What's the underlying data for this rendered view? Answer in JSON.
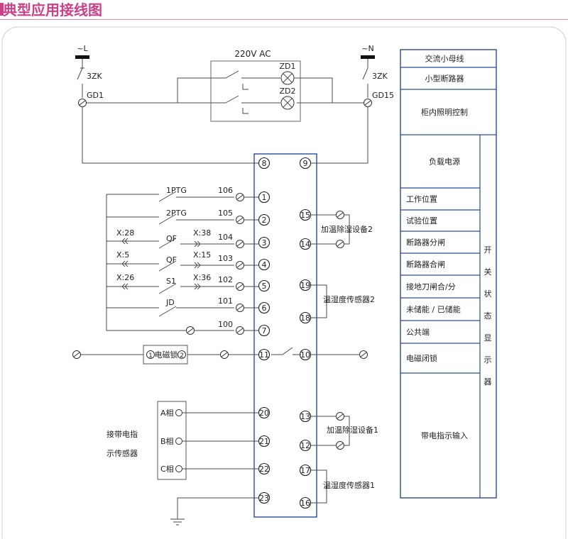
{
  "title": "典型应用接线图",
  "colors": {
    "accent": "#c8418a",
    "blue": "#2b4a9c",
    "line": "#4a4a4a"
  },
  "top": {
    "L": "~L",
    "N": "~N",
    "zk_l": "3ZK",
    "zk_r": "3ZK",
    "gd1": "GD1",
    "gd15": "GD15",
    "ac": "220V AC",
    "zd1": "ZD1",
    "zd2": "ZD2"
  },
  "switch_labels": {
    "p1": "1PTG",
    "p2": "2PTG",
    "x28": "X:28",
    "qf1": "QF",
    "x38": "X:38",
    "x5": "X:5",
    "qf2": "QF",
    "x15": "X:15",
    "x26": "X:26",
    "s1": "S1",
    "x36": "X:36",
    "jd": "JD"
  },
  "wires": {
    "w106": "106",
    "w105": "105",
    "w104": "104",
    "w103": "103",
    "w102": "102",
    "w101": "101",
    "w100": "100"
  },
  "terminals_left": [
    "8",
    "1",
    "2",
    "3",
    "4",
    "5",
    "6",
    "7",
    "11",
    "20",
    "21",
    "22",
    "23"
  ],
  "terminals_right": [
    "9",
    "15",
    "14",
    "19",
    "18",
    "10",
    "13",
    "12",
    "17",
    "16"
  ],
  "devices": {
    "heater2": "加温除湿设备2",
    "sensor2": "温湿度传感器2",
    "heater1": "加温除湿设备1",
    "sensor1": "温湿度传感器1",
    "lock_1": "1",
    "lock_text": "电磁锁",
    "lock_2": "2",
    "ph_a": "A相",
    "ph_b": "B相",
    "ph_c": "C相",
    "live_sensor_1": "接带电指",
    "live_sensor_2": "示传感器"
  },
  "right_panel": {
    "rows": [
      "交流小母线",
      "小型断路器",
      "柜内照明控制",
      "负载电源",
      "工作位置",
      "试验位置",
      "断路器分闸",
      "断路器合闸",
      "接地刀闸合/分",
      "未储能 / 已储能",
      "公共端",
      "电磁闭锁",
      "带电指示输入"
    ],
    "vertical": [
      "开",
      "关",
      "状",
      "态",
      "显",
      "示",
      "器"
    ]
  }
}
